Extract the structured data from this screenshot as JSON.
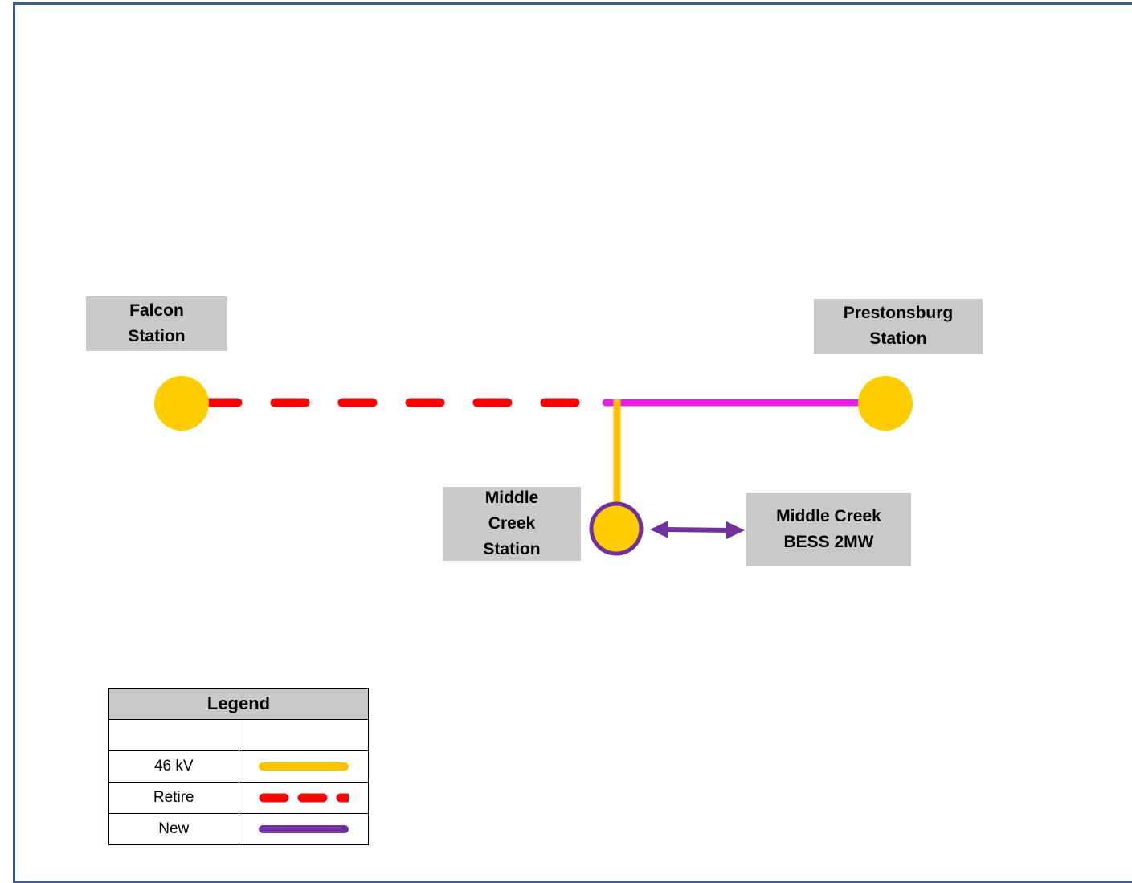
{
  "stations": {
    "falcon": {
      "label_line1": "Falcon",
      "label_line2": "Station"
    },
    "prestonsburg": {
      "label_line1": "Prestonsburg",
      "label_line2": "Station"
    },
    "middle_creek": {
      "label_line1": "Middle",
      "label_line2": "Creek",
      "label_line3": "Station"
    },
    "bess": {
      "label_line1": "Middle Creek",
      "label_line2": "BESS 2MW"
    }
  },
  "legend": {
    "title": "Legend",
    "rows": [
      {
        "label": "46 kV",
        "style": "solid",
        "color": "#ffc000"
      },
      {
        "label": "Retire",
        "style": "dashed",
        "color": "#ff0000"
      },
      {
        "label": "New",
        "style": "solid",
        "color": "#7030a0"
      }
    ]
  },
  "colors": {
    "station_fill": "#ffcc00",
    "line_46kv": "#ffc000",
    "line_retire": "#ff0000",
    "line_magenta": "#e61ee6",
    "line_new": "#7030a0",
    "label_bg": "#c9c9c9",
    "frame": "#3d5e8c"
  }
}
